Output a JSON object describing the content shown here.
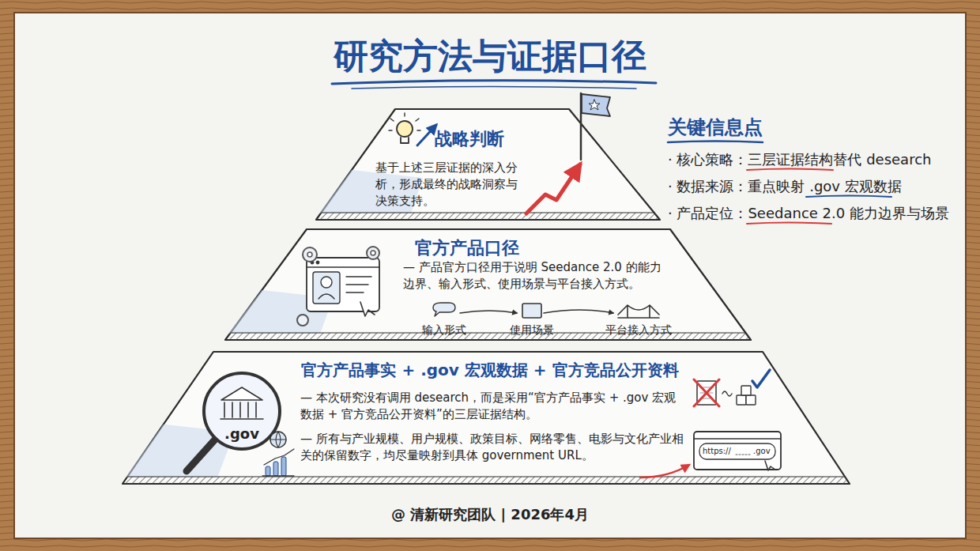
{
  "diagram": {
    "title": "研究方法与证据口径",
    "caption": "@ 清新研究团队 | 2026年4月",
    "nodes": [
      {
        "text": [
          "战略判断",
          "基于上述三层证据的深入分析，形成最终的战略洞察与决策支持。"
        ]
      },
      {
        "text": [
          "官方产品口径",
          "— 产品官方口径用于说明 Seedance 2.0 的能力边界、输入形式、使用场景与平台接入方式。"
        ]
      },
      {
        "text": [
          "官方产品事实 + .gov 宏观数据 + 官方竞品公开资料",
          "— 本次研究没有调用 desearch，而是采用“官方产品事实 + .gov 宏观数据 + 官方竞品公开资料”的三层证据结构。",
          "— 所有与产业规模、用户规模、政策目标、网络零售、电影与文化产业相关的保留数字，均尽量映射到具体 government URL。"
        ]
      }
    ],
    "labels": [
      "输入形式",
      "使用场景",
      "平台接入方式",
      ".gov",
      "https://",
      ".gov",
      "关键信息点",
      "· 核心策略：三层证据结构替代 desearch",
      "· 数据来源：重点映射 .gov 宏观数据",
      "· 产品定位：Seedance 2.0 能力边界与场景"
    ]
  }
}
